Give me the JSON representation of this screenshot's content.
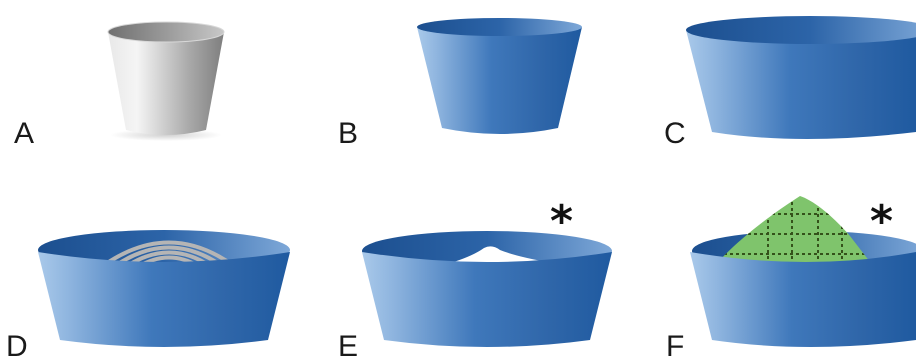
{
  "panels": [
    {
      "id": "A",
      "label": "A",
      "asterisk": ""
    },
    {
      "id": "B",
      "label": "B",
      "asterisk": ""
    },
    {
      "id": "C",
      "label": "C",
      "asterisk": ""
    },
    {
      "id": "D",
      "label": "D",
      "asterisk": ""
    },
    {
      "id": "E",
      "label": "E",
      "asterisk": "*"
    },
    {
      "id": "F",
      "label": "F",
      "asterisk": "*"
    }
  ],
  "colors": {
    "gray_cup_dark": "#8f8f8f",
    "gray_cup_light": "#f2f2f2",
    "blue_dark": "#1f5aa0",
    "blue_light": "#a9c9ea",
    "green_patch": "#7fc46c",
    "grid_line": "#3d5a1f",
    "arc_color": "#b8b8b8",
    "white_patch": "#ffffff"
  },
  "icons": {
    "A": "gray-truncated-cone-icon",
    "B": "blue-truncated-cone-icon",
    "C": "wide-blue-truncated-cone-icon",
    "D": "open-bowl-with-gray-arcs-icon",
    "E": "open-bowl-with-white-patch-icon",
    "F": "open-bowl-with-green-grid-patch-icon"
  }
}
